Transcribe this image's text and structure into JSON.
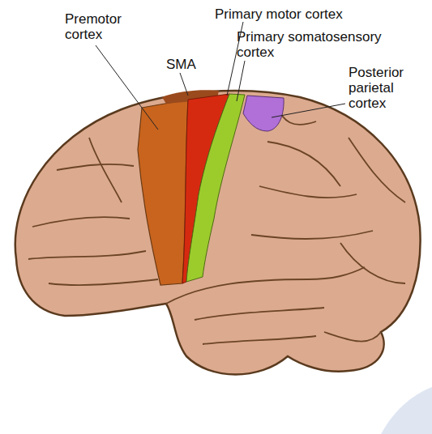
{
  "diagram": {
    "labels": [
      "Premotor cortex",
      "Primary motor cortex",
      "SMA",
      "Primary somatosensory cortex",
      "Posterior parietal cortex"
    ]
  }
}
